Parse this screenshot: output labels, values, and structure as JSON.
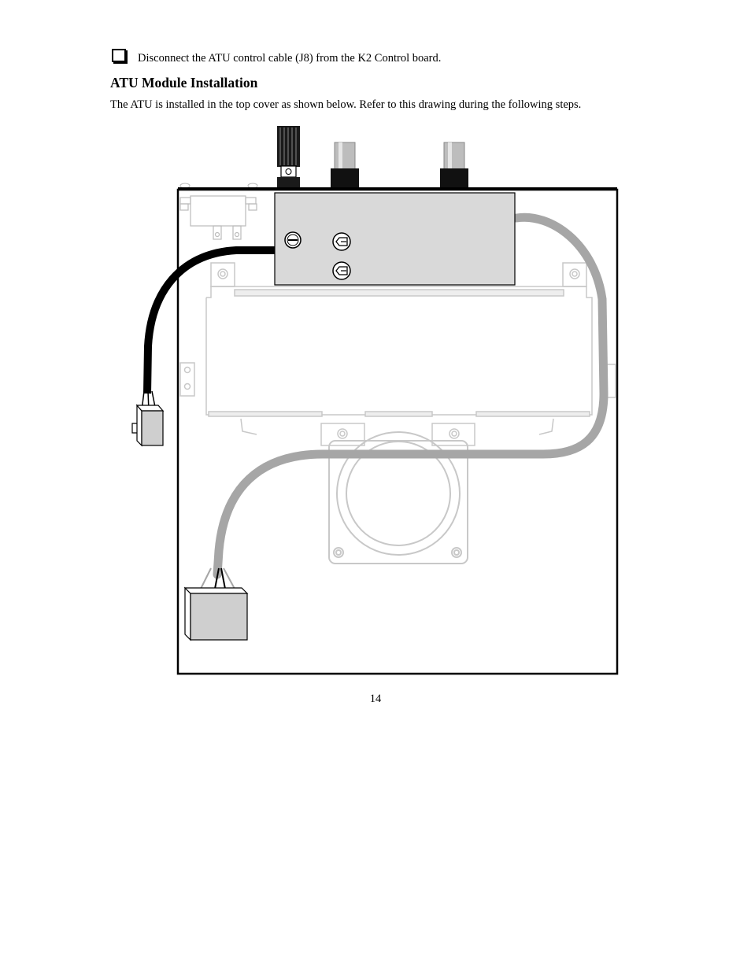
{
  "step": {
    "checked": false,
    "text": "Disconnect the ATU control cable (J8) from the K2 Control board."
  },
  "section": {
    "heading": "ATU Module Installation",
    "intro": "The ATU is installed in the top cover as shown below. Refer to this drawing during the following steps."
  },
  "figure": {
    "colors": {
      "outline": "#000000",
      "module_fill": "#d9d9d9",
      "cable_gray": "#a6a6a6",
      "ghost_line": "#c8c8c8",
      "connector_black": "#1a1a1a"
    }
  },
  "footer": {
    "page_number": "14"
  }
}
